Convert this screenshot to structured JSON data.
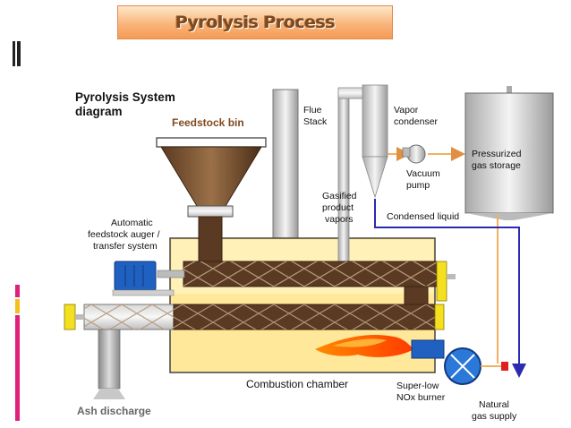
{
  "page_title": "Pyrolysis Process",
  "diagram": {
    "title_line1": "Pyrolysis System",
    "title_line2": "diagram",
    "labels": {
      "feedstock_bin": "Feedstock bin",
      "flue_1": "Flue",
      "flue_2": "Stack",
      "vapor_1": "Vapor",
      "vapor_2": "condenser",
      "pressurized_1": "Pressurized",
      "pressurized_2": "gas storage",
      "vacuum_1": "Vacuum",
      "vacuum_2": "pump",
      "gasified_1": "Gasified",
      "gasified_2": "product",
      "gasified_3": "vapors",
      "condensed_liquid": "Condensed liquid",
      "auger_1": "Automatic",
      "auger_2": "feedstock auger /",
      "auger_3": "transfer system",
      "combustion_chamber": "Combustion chamber",
      "burner_1": "Super-low",
      "burner_2": "NOx burner",
      "natural_gas_1": "Natural",
      "natural_gas_2": "gas supply",
      "ash_discharge": "Ash discharge"
    }
  },
  "colors": {
    "banner_bg": "#f9b57c",
    "auger_brown": "#5a3a22",
    "combustion_yellow": "#ffe89a",
    "gas_line_orange": "#f2b060",
    "liquid_line_blue": "#2b2bb0",
    "accent_pink": "#e0207a",
    "motor_blue": "#2060c0"
  }
}
